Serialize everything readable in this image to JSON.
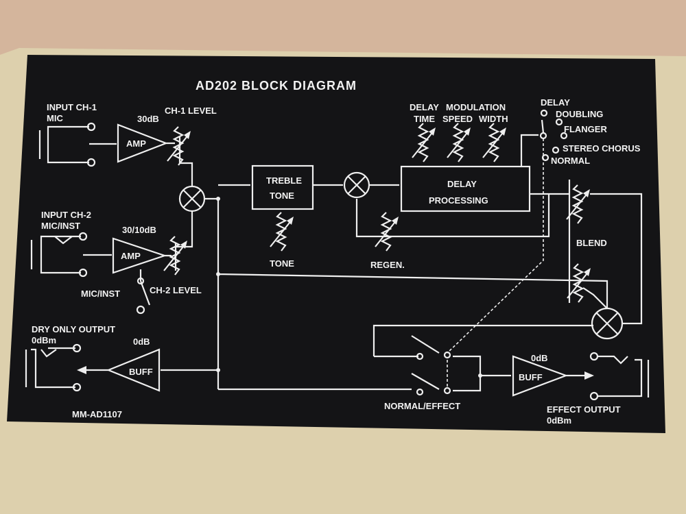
{
  "title": "AD202 BLOCK DIAGRAM",
  "inputs": {
    "ch1_label": "INPUT CH-1",
    "ch1_type": "MIC",
    "ch1_gain": "30dB",
    "ch1_level": "CH-1 LEVEL",
    "ch2_label": "INPUT CH-2",
    "ch2_type": "MIC/INST",
    "ch2_gain": "30/10dB",
    "ch2_switch": "MIC/INST",
    "ch2_level": "CH-2 LEVEL",
    "amp": "AMP"
  },
  "blocks": {
    "treble_line1": "TREBLE",
    "treble_line2": "TONE",
    "tone_pot": "TONE",
    "regen": "REGEN.",
    "delay_line1": "DELAY",
    "delay_line2": "PROCESSING",
    "blend": "BLEND"
  },
  "controls": {
    "delay": "DELAY",
    "modulation": "MODULATION",
    "time": "TIME",
    "speed": "SPEED",
    "width": "WIDTH"
  },
  "modes": [
    "DELAY",
    "DOUBLING",
    "FLANGER",
    "STEREO CHORUS",
    "NORMAL"
  ],
  "outputs": {
    "dry_label": "DRY ONLY OUTPUT",
    "dry_level": "0dBm",
    "buff": "BUFF",
    "buff_gain": "0dB",
    "switch": "NORMAL/EFFECT",
    "effect_label": "EFFECT OUTPUT",
    "effect_level": "0dBm"
  },
  "part_number": "MM-AD1107"
}
